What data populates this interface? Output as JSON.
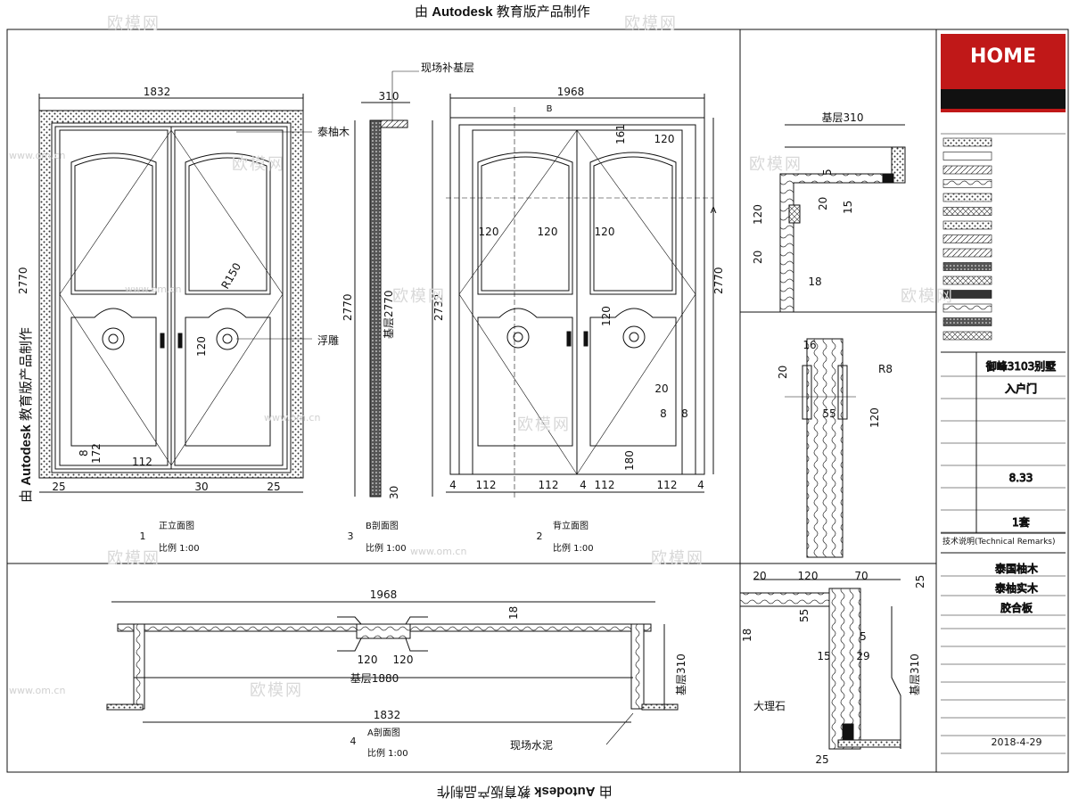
{
  "edu_stamp": {
    "prefix": "由",
    "brand": "Autodesk",
    "suffix": "教育版产品制作"
  },
  "watermark": {
    "text": "欧模网",
    "url": "www.om.cn"
  },
  "front_view": {
    "overall_width": "1832",
    "height": "2770",
    "dims": {
      "r150": "R150",
      "d120": "120",
      "d172": "172",
      "d8": "8",
      "d112": "112",
      "d25a": "25",
      "d25b": "25",
      "d30": "30"
    },
    "labels": {
      "trim": "泰柚木",
      "carving": "浮雕"
    },
    "caption": {
      "num": "1",
      "title": "正立面图",
      "scale": "比例 1:00"
    }
  },
  "section_b": {
    "top_dim": "310",
    "height_label": "基层2770",
    "total_height": "2732",
    "bottom_dim": "30",
    "label_patch": "现场补基层",
    "caption": {
      "num": "3",
      "title": "B剖面图",
      "scale": "比例 1:00"
    }
  },
  "back_view": {
    "overall_width": "1968",
    "height": "2770",
    "dims": {
      "d161": "161",
      "d120top": "120",
      "d120l": "120",
      "d120m": "120",
      "d120r": "120",
      "d120v": "120",
      "d20": "20",
      "d8a": "8",
      "d8b": "8",
      "d4a": "4",
      "d4b": "4",
      "d4c": "4",
      "d112a": "112",
      "d112b": "112",
      "d112c": "112",
      "d112d": "112",
      "d180": "180"
    },
    "markers": {
      "b": "B",
      "a": "A"
    },
    "caption": {
      "num": "2",
      "title": "背立面图",
      "scale": "比例 1:00"
    }
  },
  "plan_section": {
    "overall_width": "1968",
    "base_width": "基层1880",
    "inner_width": "1832",
    "d18": "18",
    "d120a": "120",
    "d120b": "120",
    "side": "基层310",
    "label_cement": "现场水泥",
    "caption": {
      "num": "4",
      "title": "A剖面图",
      "scale": "比例 1:00"
    }
  },
  "detail_top": {
    "base": "基层310",
    "d5": "5",
    "d20": "20",
    "d15": "15",
    "d120": "120",
    "d20b": "20",
    "d18": "18"
  },
  "detail_mid": {
    "d16": "16",
    "d20": "20",
    "r8": "R8",
    "d55": "55",
    "d120": "120"
  },
  "detail_bottom": {
    "d20": "20",
    "d120": "120",
    "d70": "70",
    "d25": "25",
    "d55": "55",
    "d18": "18",
    "d15": "15",
    "d5": "5",
    "d29": "29",
    "base": "基层310",
    "marble": "大理石",
    "d25b": "25"
  },
  "title_block": {
    "logo": "HOME",
    "fields": [
      {
        "value": "御峰3103别墅"
      },
      {
        "value": "入户门"
      },
      {
        "value": ""
      },
      {
        "value": ""
      },
      {
        "value": ""
      },
      {
        "value": "8.33"
      },
      {
        "value": ""
      },
      {
        "value": "1套"
      }
    ],
    "remarks": "技术说明(Technical Remarks)",
    "materials": [
      {
        "value": "泰国柚木"
      },
      {
        "value": "泰柚实木"
      },
      {
        "value": "胶合板"
      }
    ],
    "date": "2018-4-29"
  },
  "colors": {
    "logo_red": "#c01818",
    "line": "#111111"
  }
}
